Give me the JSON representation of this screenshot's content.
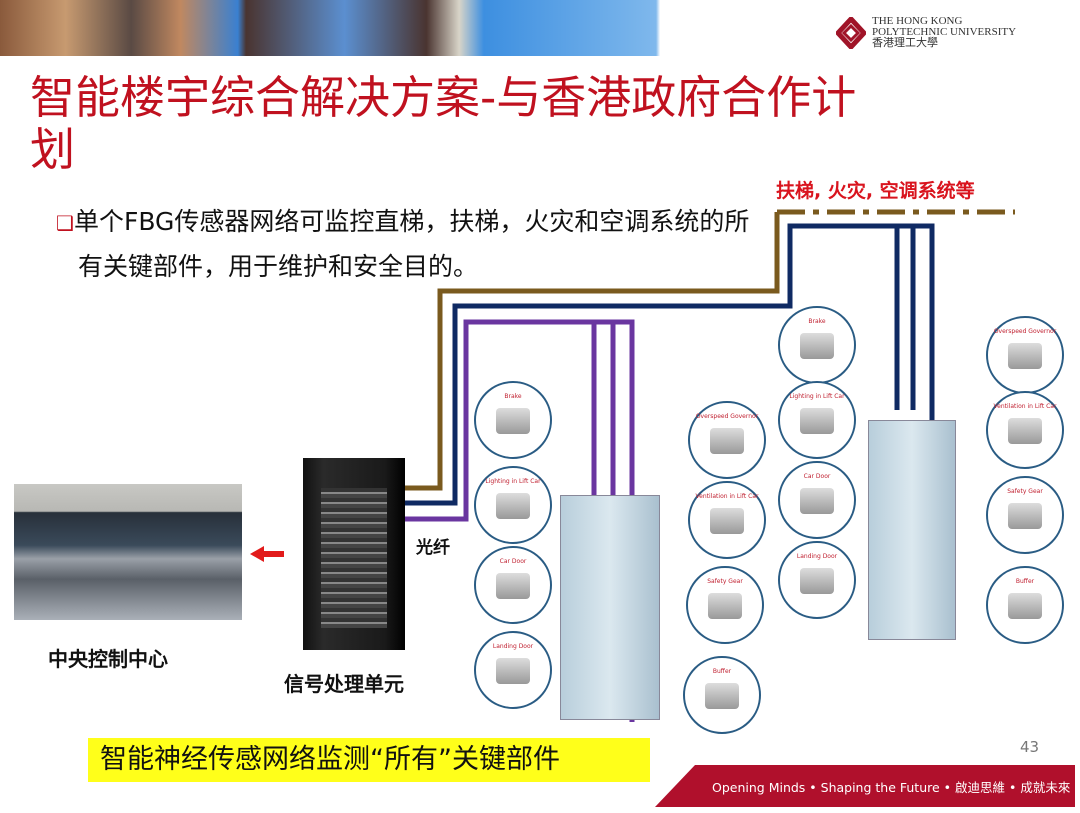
{
  "header": {
    "university_en_line1": "The Hong Kong",
    "university_en_line2": "Polytechnic University",
    "university_zh": "香港理工大學"
  },
  "title": "智能楼宇综合解决方案-与香港政府合作计划",
  "bullet": "单个FBG传感器网络可监控直梯，扶梯，火灾和空调系统的所有关键部件，用于维护和安全目的。",
  "scope_label": "扶梯, 火灾, 空调系统等",
  "fiber_label": "光纤",
  "control_center_label": "中央控制中心",
  "processing_unit_label": "信号处理单元",
  "highlight": "智能神经传感网络监测“所有”关键部件",
  "page_number": "43",
  "footer": "Opening Minds • Shaping the Future • 啟迪思維 • 成就未來",
  "components": [
    "Brake",
    "Lighting in Lift Car",
    "Car Door",
    "Landing Door",
    "Overspeed Governor",
    "Ventilation in Lift Car",
    "Safety Gear",
    "Buffer"
  ],
  "colors": {
    "title": "#c0111f",
    "fiber_brown": "#7a5a1e",
    "fiber_navy": "#0f2a63",
    "fiber_purple": "#6a36a0",
    "highlight": "#ffff1a",
    "footer": "#b0102c"
  }
}
